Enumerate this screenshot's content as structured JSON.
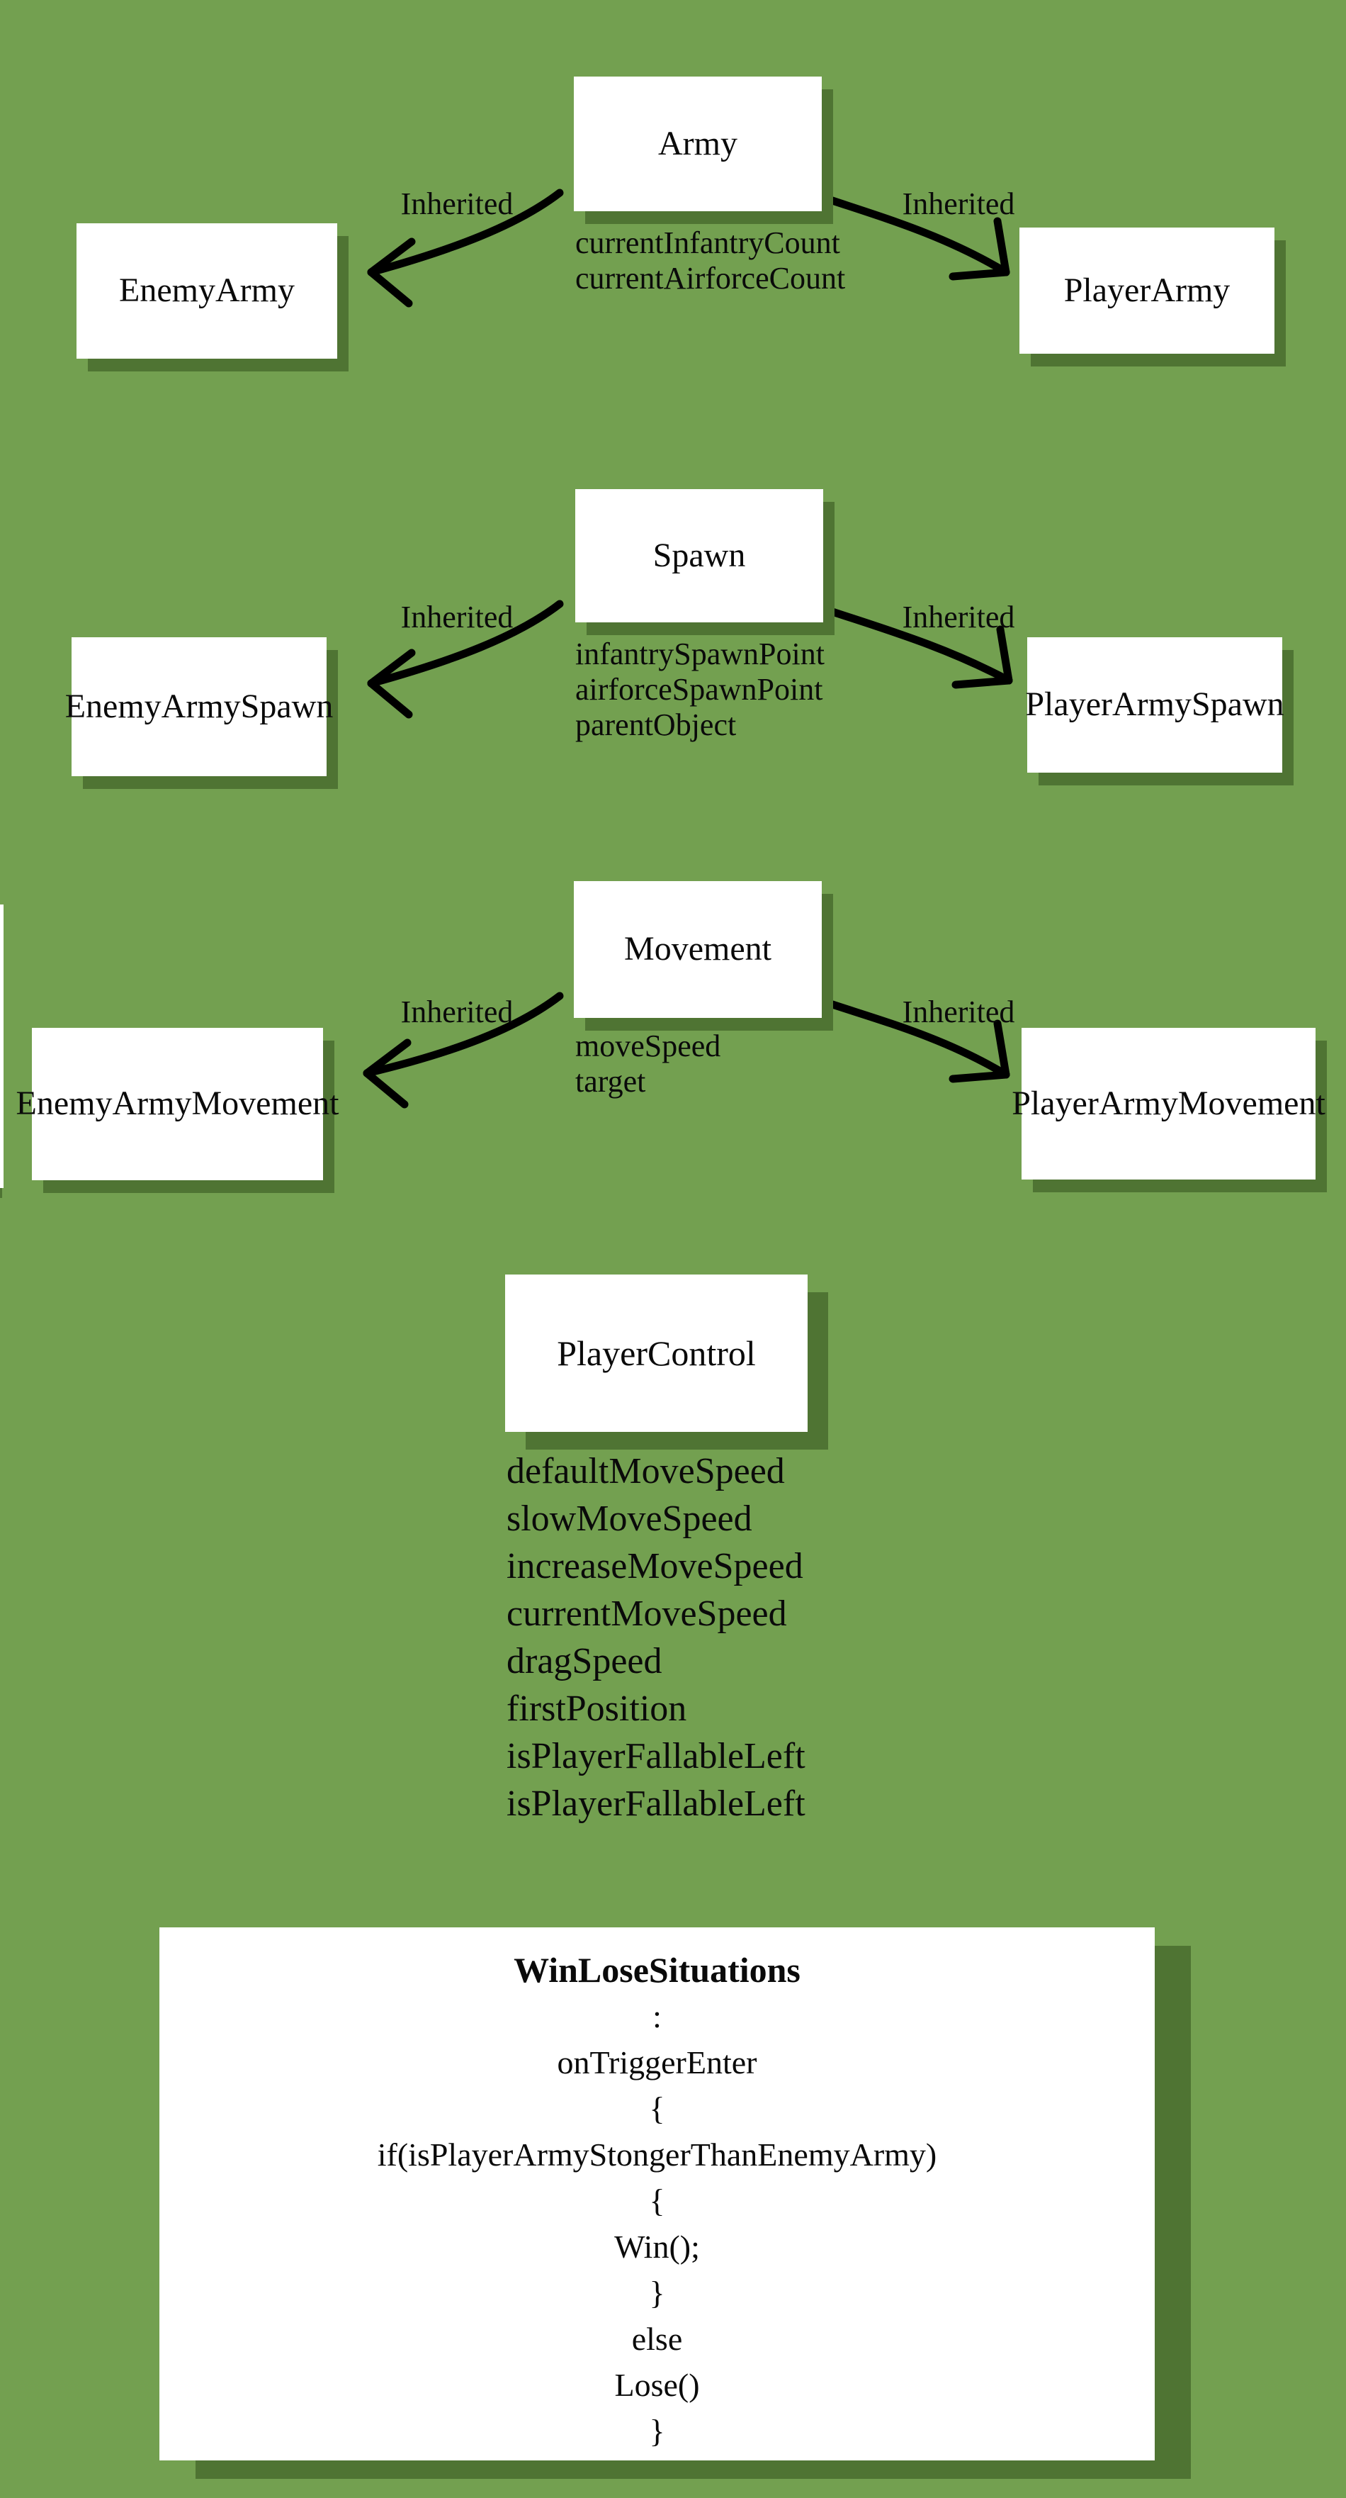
{
  "canvas": {
    "background_color": "#73a050",
    "shadow_color": "#4f7433",
    "box_color": "#ffffff",
    "text_color": "#0a0a0a"
  },
  "rows": [
    {
      "parent_label": "Army",
      "attributes": [
        "currentInfantryCount",
        "currentAirforceCount"
      ],
      "left_child_label": "EnemyArmy",
      "right_child_label": "PlayerArmy",
      "left_arrow_label": "Inherited",
      "right_arrow_label": "Inherited"
    },
    {
      "parent_label": "Spawn",
      "attributes": [
        "infantrySpawnPoint",
        "airforceSpawnPoint",
        "parentObject"
      ],
      "left_child_label": "EnemyArmySpawn",
      "right_child_label": "PlayerArmySpawn",
      "left_arrow_label": "Inherited",
      "right_arrow_label": "Inherited"
    },
    {
      "parent_label": "Movement",
      "attributes": [
        "moveSpeed",
        "target"
      ],
      "left_child_label": "EnemyArmyMovement",
      "right_child_label": "PlayerArmyMovement",
      "left_arrow_label": "Inherited",
      "right_arrow_label": "Inherited"
    }
  ],
  "player_control": {
    "label": "PlayerControl",
    "attributes": [
      "defaultMoveSpeed",
      "slowMoveSpeed",
      "increaseMoveSpeed",
      "currentMoveSpeed",
      "dragSpeed",
      "firstPosition",
      "isPlayerFallableLeft",
      "isPlayerFallableLeft"
    ]
  },
  "win_lose": {
    "title": "WinLoseSituations",
    "code_lines": [
      ":",
      "onTriggerEnter",
      "{",
      "if(isPlayerArmyStongerThanEnemyArmy)",
      "{",
      "Win();",
      "}",
      "else",
      "Lose()",
      "}"
    ]
  }
}
